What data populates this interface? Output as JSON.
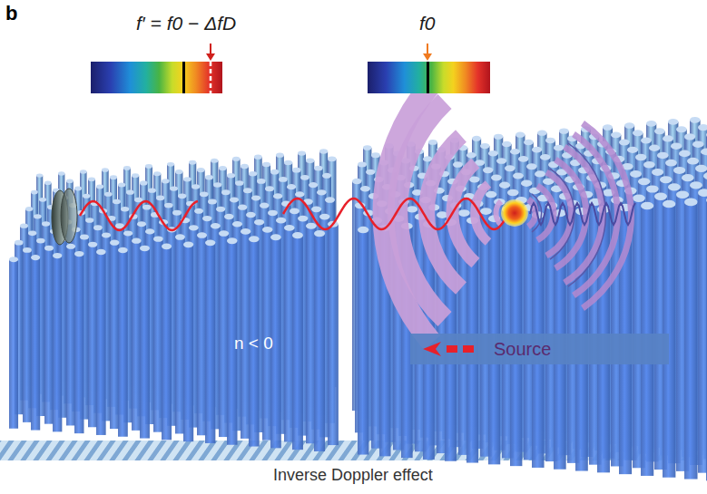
{
  "diagram": {
    "caption": "Inverse Doppler effect",
    "nodes": [
      {
        "text": [
          "Source"
        ]
      }
    ],
    "labels": [
      "b",
      "f′ = f0 − ΔfD",
      "f0",
      "n < 0"
    ]
  }
}
